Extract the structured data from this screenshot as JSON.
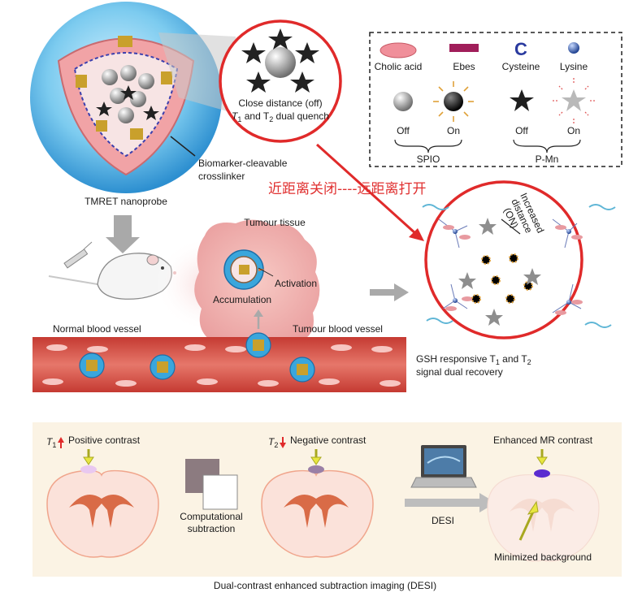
{
  "nanoprobe": {
    "name": "TMRET nanoprobe",
    "crosslinker": [
      "Biomarker-cleavable",
      "crosslinker"
    ]
  },
  "quench": {
    "line1": "Close distance (off)",
    "t1": "T",
    "sub1": "1",
    "and_t2": " and T",
    "sub2": "2",
    "rest": " dual quench"
  },
  "legend": {
    "cholic_acid": "Cholic acid",
    "ebes": "Ebes",
    "cysteine": "Cysteine",
    "cysteine_glyph": "C",
    "lysine": "Lysine",
    "off1": "Off",
    "on1": "On",
    "off2": "Off",
    "on2": "On",
    "spio": "SPIO",
    "pmn": "P-Mn"
  },
  "annotation_cn": "近距离关闭----远距离打开",
  "tissue": {
    "tumour_tissue": "Tumour tissue",
    "activation": "Activation",
    "accumulation": "Accumulation",
    "normal_vessel": "Normal blood vessel",
    "tumour_vessel": "Tumour blood vessel"
  },
  "recovery": {
    "increased": [
      "Increased",
      "distance",
      "(ON)"
    ],
    "line1_a": "GSH responsive T",
    "line1_sub": "1",
    "line1_b": " and T",
    "line1_sub2": "2",
    "line2": "signal dual recovery"
  },
  "desi": {
    "t1_symbol": "T",
    "t1_sub": "1",
    "positive": "Positive contrast",
    "t2_symbol": "T",
    "t2_sub": "2",
    "negative": "Negative contrast",
    "computational": [
      "Computational",
      "subtraction"
    ],
    "desi_label": "DESI",
    "enhanced": "Enhanced MR contrast",
    "minimized": "Minimized background",
    "caption": "Dual-contrast enhanced subtraction imaging (DESI)"
  },
  "colors": {
    "red_circle": "#e02a2a",
    "shell_blue": "#3aa6dc",
    "vessel": "#d9473f",
    "panel_bg": "#fbf3e4"
  }
}
